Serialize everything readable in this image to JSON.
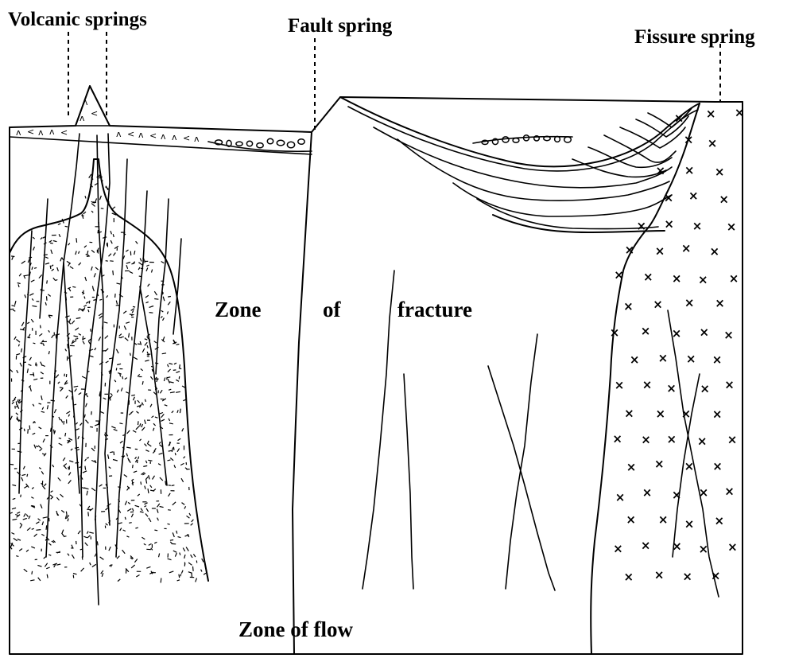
{
  "labels": {
    "volcanic_springs": "Volcanic springs",
    "fault_spring": "Fault spring",
    "fissure_spring": "Fissure spring",
    "zone_word": "Zone",
    "of_word": "of",
    "fracture_word": "fracture",
    "zone_of_flow": "Zone of flow"
  },
  "volcanic_cone_symbols": [
    "ᴧ",
    "<",
    "ᴧ",
    "ᴧ",
    "<",
    "ᴧ",
    "<",
    "ᴧ",
    "ᴧ",
    "<",
    "ᴧ",
    "<",
    "ᴧ",
    "ᴧ",
    "<",
    "ᴧ"
  ],
  "colors": {
    "ink": "#000000",
    "paper": "#ffffff"
  }
}
